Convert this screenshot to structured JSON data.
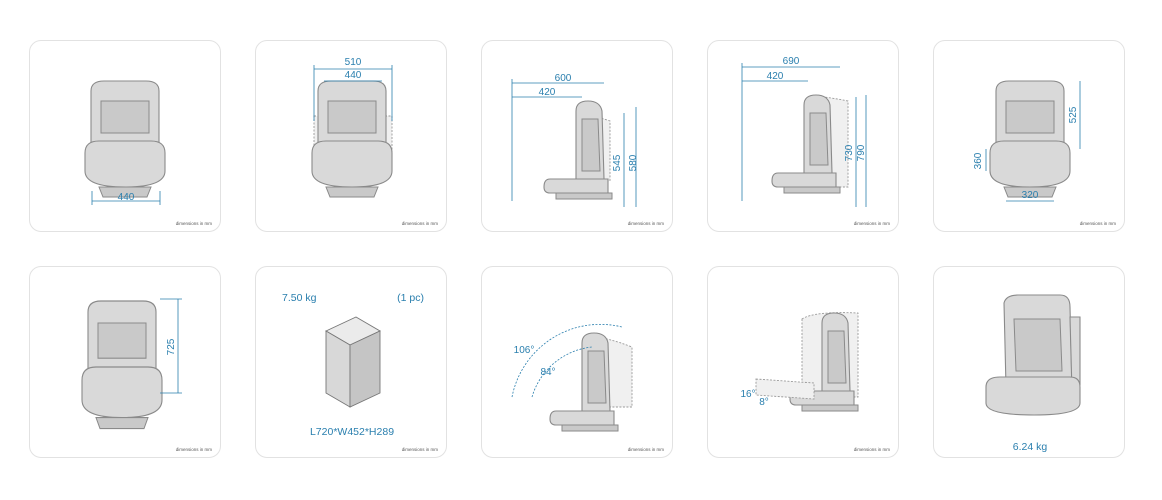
{
  "note": "dimensions in mm",
  "cards": {
    "c1": {
      "w": "440"
    },
    "c2": {
      "outer": "510",
      "inner": "440"
    },
    "c3": {
      "outer": "600",
      "inner": "420",
      "h1": "545",
      "h2": "580"
    },
    "c4": {
      "outer": "690",
      "inner": "420",
      "h1": "730",
      "h2": "790"
    },
    "c5": {
      "h": "525",
      "seat_h": "360",
      "w": "320"
    },
    "c6": {
      "h": "725"
    },
    "c7": {
      "weight": "7.50 kg",
      "qty": "(1 pc)",
      "box": "L720*W452*H289"
    },
    "c8": {
      "a1": "106°",
      "a2": "84°"
    },
    "c9": {
      "a1": "16°",
      "a2": "8°"
    },
    "c10": {
      "weight": "6.24 kg"
    }
  }
}
